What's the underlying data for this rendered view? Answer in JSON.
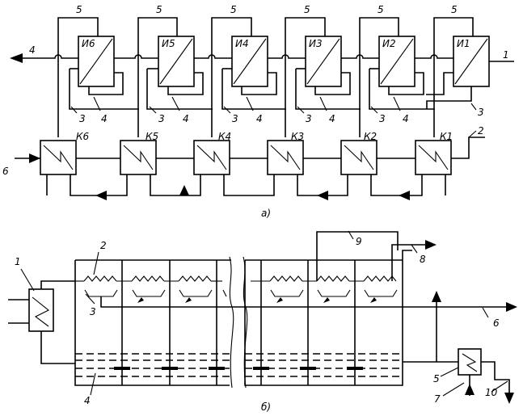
{
  "part_a": {
    "caption": "а)",
    "evaporators": [
      "И6",
      "И5",
      "И4",
      "И3",
      "И2",
      "И1"
    ],
    "condensers": [
      "К6",
      "К5",
      "К4",
      "К3",
      "К2",
      "К1"
    ],
    "callouts": {
      "stream_1": "1",
      "stream_2": "2",
      "stream_3": "3",
      "stream_4": "4",
      "stream_5": "5",
      "stream_6": "6"
    }
  },
  "part_b": {
    "caption": "б)",
    "callouts": {
      "heater": "1",
      "heating_coil": "2",
      "tray": "3",
      "brine": "4",
      "condenser": "5",
      "distillate": "6",
      "feed": "7",
      "vapor_out": "8",
      "cooling_loop": "9",
      "drain": "10"
    }
  }
}
